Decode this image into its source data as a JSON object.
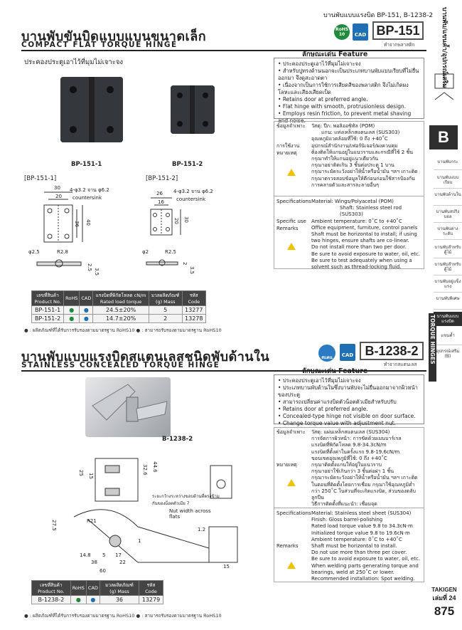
{
  "header": {
    "breadcrumb": "บานพับแบบแรงบิด  BP-151, B-1238-2"
  },
  "section1": {
    "title_th": "บานพับขันบิดแบบแบนขนาดเล็ก",
    "title_en": "COMPACT FLAT TORQUE HINGE",
    "code": "BP-151",
    "code_sub": "ทำจากพลาสติก",
    "badges": {
      "rohs": "RoHS 10",
      "cad": "CAD"
    },
    "tagline": "ประคองประตูเอาไว้ที่มุมไม่เจาะจง",
    "feature_heading": "ลักษณะเด่น  Feature",
    "features_th": [
      "ประคองประตูเอาไว้ที่มุมไม่เจาะจง",
      "สำหรับปูทรงด้านนอกจะเป็นประเภทบานพับแบบเรียบที่ไม่ยื่นออกมา จึงดูสะอาดตา",
      "เนื่องจากเป็นการใช้การเสียดสีของพลาสติก จึงไม่เกิดผงโลหะและเสียงเสียดเป็ด"
    ],
    "features_en": [
      "Retains door at preferred angle.",
      "Flat hinge with smooth, protrusionless design.",
      "Employs resin friction, to prevent metal shaving and noise."
    ],
    "spec_th_label": "ข้อมูลจำเพาะ",
    "spec_th": [
      "วัสดุ: ปีก: พอลิออซิทัล (POM)",
      "แกน: แท่งเหล็กสแตนเลส (SUS303)",
      "อุณหภูมิแวดล้อมที่ใช้: 0 ถึง +40˚C"
    ],
    "use_th_label": "การใช้งาน",
    "use_th": [
      "อุปกรณ์สำนักงาน/เฟอร์นิเจอร์/ผงควบคุม"
    ],
    "remark_th_label": "หมายเหตุ",
    "remark_th": [
      "ต้องติดให้แกนอยู่ในแนวราบและกรณีที่ใช้ 2 ชิ้น กรุณาทำให้แกนอยู่แนวเดียวกัน",
      "กรุณาอย่าติดเกิน 3 ชิ้นต่อประตู 1 บาน",
      "กรุณาระมัดระวังอย่าให้น้ำหรือน้ำมัน ฯลฯ เกาะติด",
      "กรุณาตรวจสอบข้อมูลให้ดีก่อนก่อนใช้สารป้องกันการคลายตัวและสารละลายอื่นๆ"
    ],
    "spec_en_label": "Specifications",
    "spec_en": [
      "Material: Wings/Polyacetal (POM)",
      "Shaft: Stainless steel rod (SUS303)",
      "Ambient temperature: 0˚C to +40˚C"
    ],
    "use_en_label": "Specific use",
    "use_en": [
      "Office equipment, furniture, control panels"
    ],
    "remark_en_label": "Remarks",
    "remark_en": [
      "Shaft must be horizontal to install; if using two hinges, ensure shafts are co-linear.",
      "Do not install more than two per door.",
      "Be sure to avoid exposure to water, oil, etc.",
      "Be sure to test adequately when using a solvent such as thread-locking fluid."
    ],
    "products": [
      {
        "label": "BP-151-1",
        "drawing_label": "[BP-151-1]",
        "dims": {
          "w": "30",
          "w2": "20",
          "h1": "40",
          "h2": "36",
          "hole": "4-φ3.2 จาน φ6.2",
          "cs": "countersink",
          "d1": "φ2.5",
          "r": "R2.8",
          "t1": "2.5",
          "t2": "3.5"
        }
      },
      {
        "label": "BP-151-2",
        "drawing_label": "[BP-151-2]",
        "dims": {
          "w": "26",
          "w2": "16",
          "h1": "30",
          "h2": "20",
          "hole": "4-φ3.2 จาน φ6.2",
          "cs": "countersink",
          "d1": "φ2",
          "r": "R2.5",
          "t1": "2",
          "t2": "3.5"
        }
      }
    ],
    "table": {
      "headers": [
        "เลขที่สินค้า Product No.",
        "RoHS",
        "CAD",
        "แรงบิดที่พิกัดโหลด cN/m Rated load torque",
        "มวลผลิตภัณฑ์ (g) Mass",
        "รหัส Code"
      ],
      "rows": [
        [
          "BP-151-1",
          "",
          "",
          "24.5±20%",
          "5",
          "13277"
        ],
        [
          "BP-151-2",
          "",
          "",
          "14.7±20%",
          "2",
          "13278"
        ]
      ]
    },
    "footnote": "● : ผลิตภัณฑ์ที่ได้รับการรับรองตามมาตรฐาน RoHS10   ● : สามารถรับรองตามมาตรฐาน RoHS10"
  },
  "section2": {
    "title_th": "บานพับแบบแรงบิดสแตนเลสชนิดพับด้านใน",
    "title_en": "STAINLESS CONCEALED TORQUE HINGE",
    "code": "B-1238-2",
    "code_sub": "ทำจากสแตนเลส",
    "badges": {
      "stainless": "สแตนเลส",
      "cad": "CAD"
    },
    "feature_heading": "ลักษณะเด่น  Feature",
    "features_th": [
      "ประคองประตูเอาไว้ที่มุมไม่เจาะจง",
      "ประเภทบานพับด้านในซึ่งบานพับจะไม่ยื่นออกมาจากผิวหน้าของประตู",
      "สามารถเปลี่ยนค่าแรงบิดตัวน็อตตัวเมียสำหรับปรับ"
    ],
    "features_en": [
      "Retains door at preferred angle.",
      "Concealed-type hinge not visible on door surface.",
      "Change torque value with adjustment nut."
    ],
    "spec_th_label": "ข้อมูลจำเพาะ",
    "spec_th": [
      "วัสดุ: แผ่นเหล็กสแตนเลส (SUS304)",
      "การจัดการผิวหน้า: การขัดด้วยเมนบาร์เรล",
      "แรงบิดที่พิกัดโหลด 9.8-34.3cN/m",
      "แรงบิดที่ตั้งค่าในครั้งแรก 9.8-19.6cN/m",
      "ขอบเขตอุณหภูมิที่ใช้: 0 ถึง +40˚C"
    ],
    "remark_th_label": "หมายเหตุ",
    "remark_th": [
      "กรุณาติดตั้งแกนให้อยู่ในแนวราบ",
      "กรุณาอย่าใช้เกินกว่า 3 ชิ้นต่อฝา 1 ชิ้น",
      "กรุณาระมัดระวังอย่าให้น้ำหรือน้ำมัน ฯลฯ เกาะติด",
      "ในตอนที่ติดตั้งโดยการเชื่อม กรุณาใช้อุณหภูมิต่ำกว่า 250˚C ในส่วนที่จะเกิดแรงบิด, ส่วนของตลับลูกปืน",
      "วิธีการติดตั้งที่แนะนำ: เชื่อมจุด"
    ],
    "spec_en_label": "Specifications",
    "spec_en": [
      "Material: Stainless steel sheet (SUS304)",
      "Finish: Gloss barrel-polishing",
      "Rated load torque value 9.8 to 34.3cN·m",
      "Initialized torque value 9.8 to 19.6cN·m",
      "Ambient temperature: 0˚C to +40˚C"
    ],
    "remark_en_label": "Remarks",
    "remark_en": [
      "Shaft must be horizontal to install.",
      "Do not use more than three per cover.",
      "Be sure to avoid exposure to water, oil, etc.",
      "When welding parts generating torque and bearings, weld at 250˚C or lower.",
      "Recommended installation: Spot welding."
    ],
    "product_label": "B-1238-2",
    "drawing_notes": {
      "nut_th": "ระยะกว้างระหว่างขอบด้านที่ตรงข้ามกันของน็อตตัวเมีย 7",
      "nut_en": "Nut width across flats",
      "dims": [
        "25",
        "15",
        "32.6",
        "44.6",
        "27.5",
        "R21",
        "14.8",
        "38",
        "60",
        "5",
        "17",
        "22",
        "1",
        "1.2",
        "15"
      ]
    },
    "table": {
      "headers": [
        "เลขที่สินค้า Product No.",
        "RoHS",
        "CAD",
        "มวลผลิตภัณฑ์ (g) Mass",
        "รหัส Code"
      ],
      "rows": [
        [
          "B-1238-2",
          "",
          "",
          "36",
          "13279"
        ]
      ]
    },
    "footnote": "● : ผลิตภัณฑ์ที่ได้รับการรับรองตามมาตรฐาน RoHS10   ● : สามารถรับรองตามมาตรฐาน RoHS10"
  },
  "sidebar": {
    "top_vertical": "บานพับ/แขนค้ำ/อุปกรณ์เสริม",
    "letter": "B",
    "items": [
      "บานพับกระ",
      "บานพับแบบเรียบ",
      "บานพับด้านใน",
      "บานพับสปริงบอล",
      "บานพับต่างระดับ",
      "บานพับสำหรับตู้ไม้",
      "บานพับสำหรับตู้ไม้",
      "บานพับอยู่แข็งแรง",
      "บานพับพิเศษ",
      "บานพับแบบแรงบิด",
      "แขนค้ำ",
      "อุปกรณ์เสริม (B)"
    ],
    "vertical_label": "TORQUE HINGES",
    "brand": "TAKIGEN",
    "volume": "เล่มที่ 24",
    "page": "875"
  }
}
